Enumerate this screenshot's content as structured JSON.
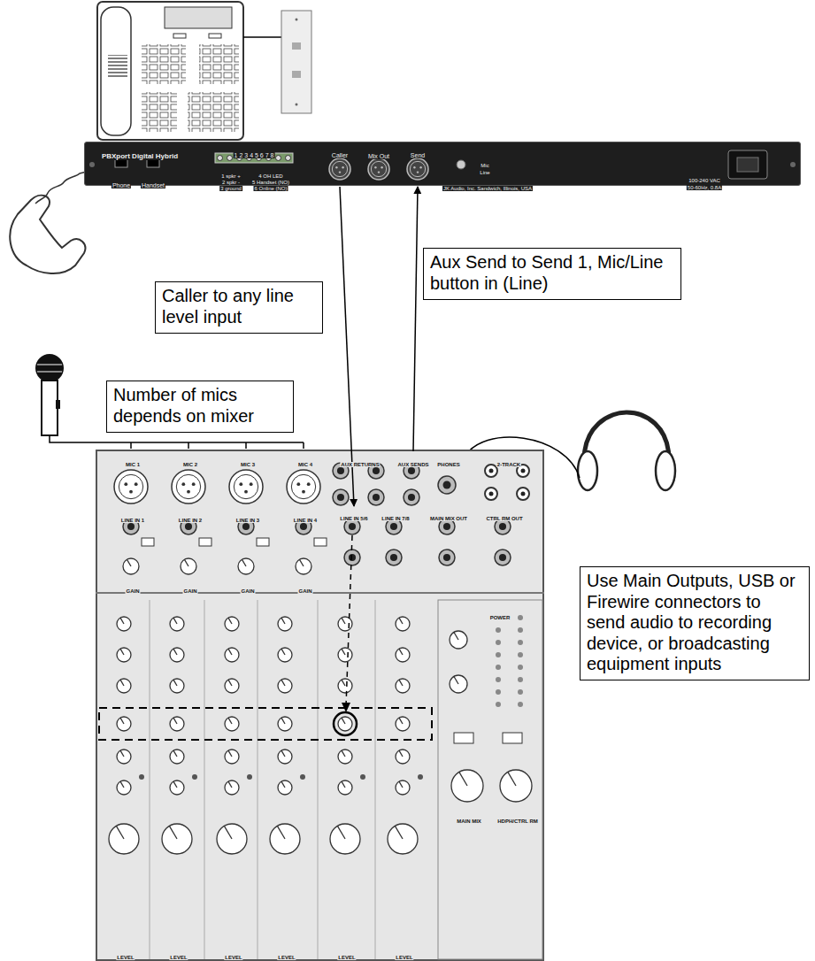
{
  "diagram": {
    "nodes": [
      {
        "text": [
          "PBXport Digital Hybrid",
          "Phone",
          "Handset",
          "1 2 3 4 5 6 7 8",
          "1 spkr +",
          "2 spkr -",
          "3 ground",
          "4 OH LED",
          "5 Handset (NO)",
          "6 Online (NO)",
          "Mix Out",
          "Mic",
          "Line",
          "JK Audio, Inc. Sandwich, Illinois, USA",
          "100-240 VAC",
          "50-60Hz, 0.8A"
        ]
      },
      {
        "text": [
          "Caller"
        ],
        "in": 0
      },
      {
        "text": [
          "Send"
        ],
        "in": 0
      },
      {
        "text": [
          "Aux Send to Send 1, Mic/Line button in (Line)"
        ]
      },
      {
        "text": [
          "Caller to any line level input"
        ]
      },
      {
        "text": [
          "Number of mics depends on mixer"
        ]
      },
      {
        "text": [
          "MIC 1",
          "MIC 2",
          "MIC 3",
          "MIC 4",
          "LINE IN 1",
          "LINE IN 2",
          "LINE IN 3",
          "LINE IN 4",
          "GAIN",
          "GAIN",
          "GAIN",
          "GAIN",
          "AUX RETURNS",
          "PHONES",
          "2-TRACK",
          "LINE IN 7/8",
          "MAIN MIX OUT",
          "CTRL RM OUT",
          "POWER",
          "MAIN MIX",
          "HDPH/CTRL RM",
          "LEVEL",
          "LEVEL",
          "LEVEL",
          "LEVEL",
          "LEVEL",
          "LEVEL"
        ]
      },
      {
        "text": [
          "LINE IN 5/6"
        ],
        "in": 6
      },
      {
        "text": [
          "AUX SENDS"
        ],
        "in": 6
      },
      {
        "text": [
          "Use Main Outputs, USB or Firewire connectors to send audio to recording device, or broadcasting equipment inputs"
        ]
      }
    ],
    "edges": [
      {
        "from": 1,
        "to": 7,
        "arrow": "to"
      },
      {
        "from": 8,
        "to": 2,
        "arrow": "to"
      }
    ]
  }
}
